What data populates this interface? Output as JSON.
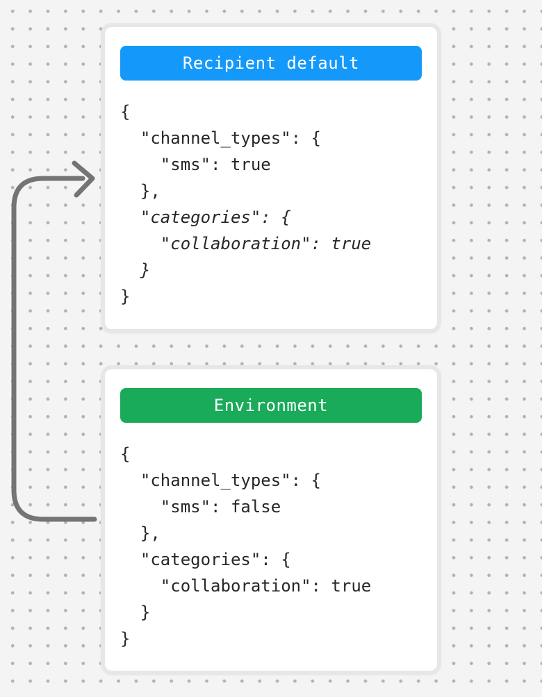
{
  "canvas": {
    "background_color": "#f4f4f4",
    "dot_color": "#b2b2b2"
  },
  "arrow": {
    "color": "#747474",
    "direction": "from-environment-card-to-recipient-default-card"
  },
  "cards": [
    {
      "title": "Recipient default",
      "title_bg": "#1499fa",
      "title_text_color": "#ffffff",
      "code_lines": [
        {
          "text": "{",
          "emphasis": false
        },
        {
          "text": "  \"channel_types\": {",
          "emphasis": false
        },
        {
          "text": "    \"sms\": true",
          "emphasis": false
        },
        {
          "text": "  },",
          "emphasis": false
        },
        {
          "text": "  \"categories\": {",
          "emphasis": true
        },
        {
          "text": "    \"collaboration\": true",
          "emphasis": true
        },
        {
          "text": "  }",
          "emphasis": true
        },
        {
          "text": "}",
          "emphasis": false
        }
      ]
    },
    {
      "title": "Environment",
      "title_bg": "#19aa5a",
      "title_text_color": "#ffffff",
      "code_lines": [
        {
          "text": "{",
          "emphasis": false
        },
        {
          "text": "  \"channel_types\": {",
          "emphasis": false
        },
        {
          "text": "    \"sms\": false",
          "emphasis": false
        },
        {
          "text": "  },",
          "emphasis": false
        },
        {
          "text": "  \"categories\": {",
          "emphasis": false
        },
        {
          "text": "    \"collaboration\": true",
          "emphasis": false
        },
        {
          "text": "  }",
          "emphasis": false
        },
        {
          "text": "}",
          "emphasis": false
        }
      ]
    }
  ]
}
